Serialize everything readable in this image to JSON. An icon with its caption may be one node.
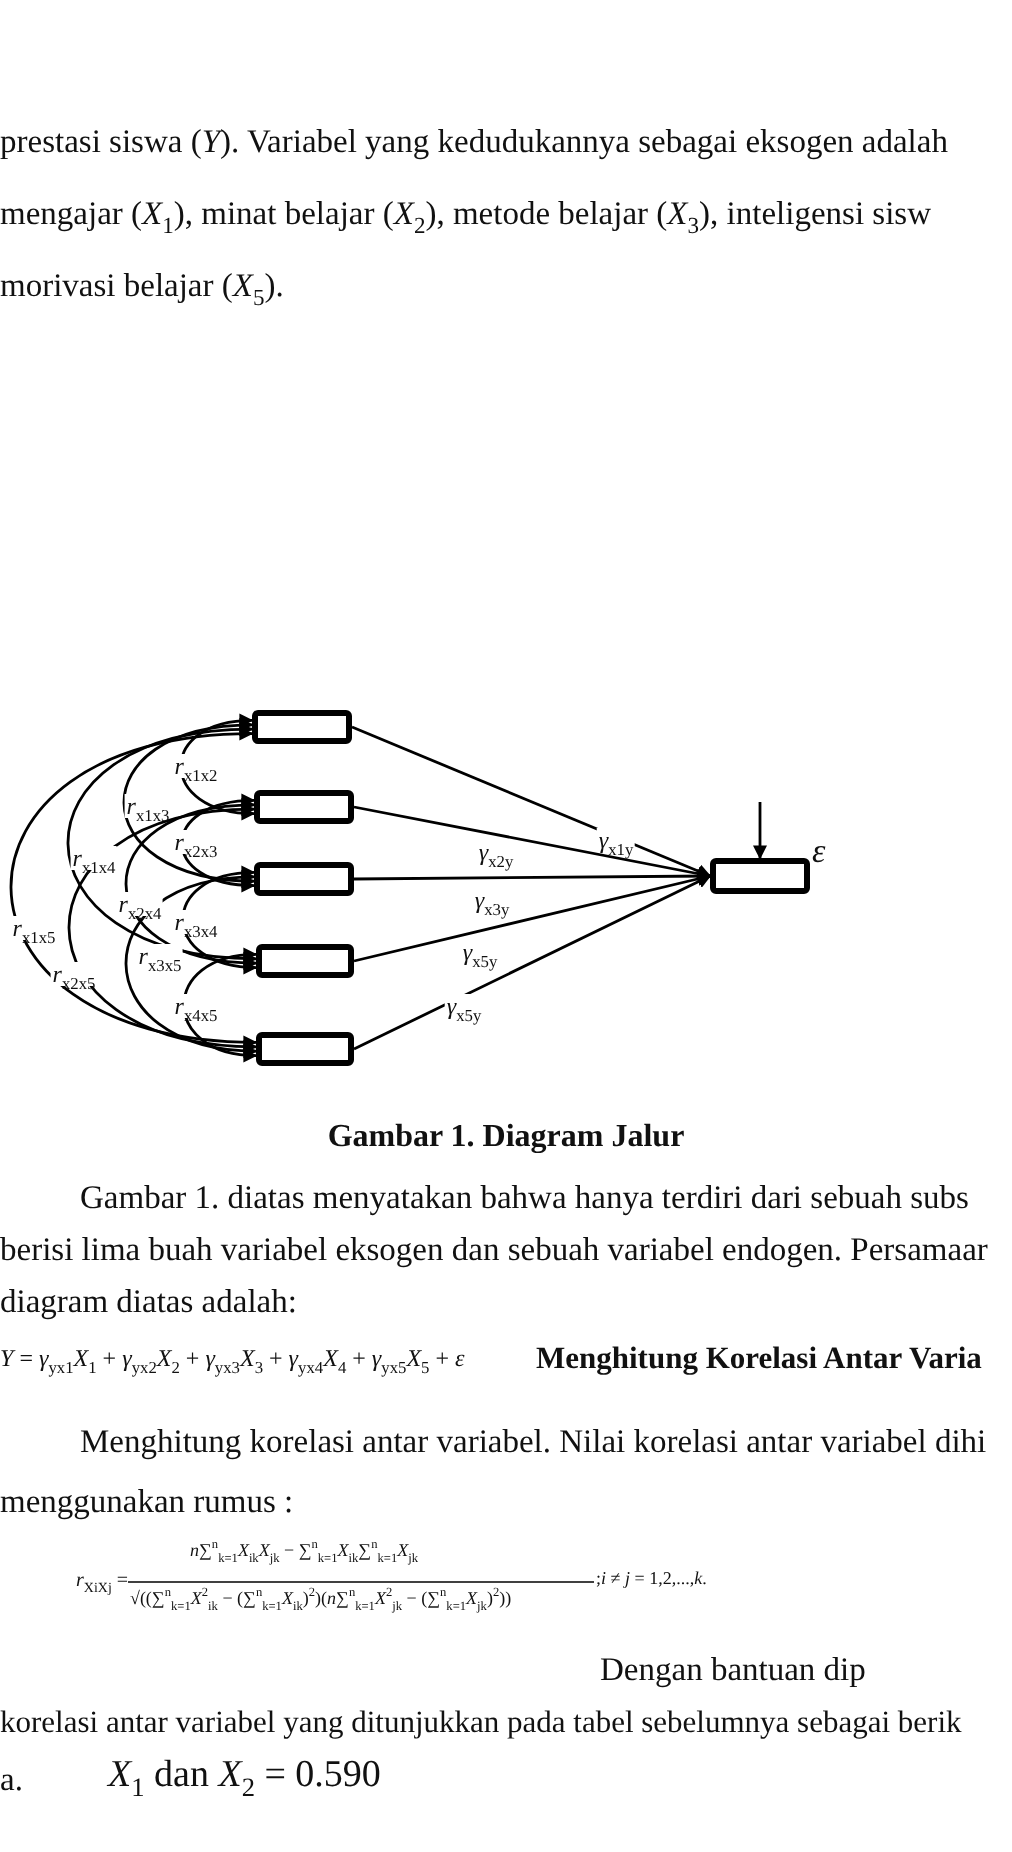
{
  "diagram": {
    "caption": "Gambar 1. Diagram Jalur",
    "nodes": [
      {
        "text": [],
        "shape": "box"
      },
      {
        "text": [],
        "shape": "box"
      },
      {
        "text": [],
        "shape": "box"
      },
      {
        "text": [],
        "shape": "box"
      },
      {
        "text": [],
        "shape": "box"
      },
      {
        "text": [],
        "shape": "box",
        "beside": [
          "*ε*"
        ]
      }
    ],
    "edges": [
      {
        "from": 0,
        "to": 5,
        "arrow": "to",
        "label": "*γ*$_{x1y}$"
      },
      {
        "from": 1,
        "to": 5,
        "arrow": "to",
        "label": "*γ*$_{x2y}$"
      },
      {
        "from": 2,
        "to": 5,
        "arrow": "to",
        "label": "*γ*$_{x3y}$"
      },
      {
        "from": 3,
        "to": 5,
        "arrow": "to",
        "label": "*γ*$_{x5y}$"
      },
      {
        "from": 4,
        "to": 5,
        "arrow": "to",
        "label": "*γ*$_{x5y}$"
      },
      {
        "from": null,
        "to": 5,
        "arrow": "to"
      },
      {
        "from": 0,
        "to": 1,
        "arrow": "both",
        "label": "*r*$_{x1x2}$"
      },
      {
        "from": 0,
        "to": 2,
        "arrow": "both",
        "label": "*r*$_{x1x3}$"
      },
      {
        "from": 0,
        "to": 3,
        "arrow": "both",
        "label": "*r*$_{x1x4}$"
      },
      {
        "from": 0,
        "to": 4,
        "arrow": "both",
        "label": "*r*$_{x1x5}$"
      },
      {
        "from": 1,
        "to": 2,
        "arrow": "both",
        "label": "*r*$_{x2x3}$"
      },
      {
        "from": 1,
        "to": 3,
        "arrow": "both",
        "label": "*r*$_{x2x4}$"
      },
      {
        "from": 1,
        "to": 4,
        "arrow": "both",
        "label": "*r*$_{x2x5}$"
      },
      {
        "from": 2,
        "to": 3,
        "arrow": "both",
        "label": "*r*$_{x3x4}$"
      },
      {
        "from": 2,
        "to": 4,
        "arrow": "both",
        "label": "*r*$_{x3x5}$"
      },
      {
        "from": 3,
        "to": 4,
        "arrow": "both",
        "label": "*r*$_{x4x5}$"
      }
    ],
    "labels": [
      "prestasi siswa (*Y*). Variabel yang kedudukannya sebagai eksogen adalah",
      "mengajar (*X*$_{1}$), minat belajar (*X*$_{2}$), metode belajar (*X*$_{3}$), inteligensi sisw",
      "morivasi belajar (*X*$_{5}$).",
      "Gambar 1. diatas menyatakan bahwa hanya terdiri dari sebuah subs",
      "berisi lima buah variabel eksogen dan sebuah variabel endogen. Persamaar",
      "diagram diatas adalah:",
      "*Y* = *γ*$_{yx1}$*X*$_{1}$ + *γ*$_{yx2}$*X*$_{2}$ + *γ*$_{yx3}$*X*$_{3}$ + *γ*$_{yx4}$*X*$_{4}$ + *γ*$_{yx5}$*X*$_{5}$ + *ε*",
      "Menghitung Korelasi Antar Varia",
      "Menghitung korelasi antar variabel. Nilai korelasi antar variabel dihi",
      "menggunakan rumus :",
      "*r*$_{XiXj}$ =",
      "*n*∑$^{n}$$_{k=1}$*X*$_{ik}$*X*$_{jk}$ − ∑$^{n}$$_{k=1}$*X*$_{ik}$∑$^{n}$$_{k=1}$*X*$_{jk}$",
      "√((∑$^{n}$$_{k=1}$*X*$^{2}$$_{ik}$ − (∑$^{n}$$_{k=1}$*X*$_{ik}$)$^{2}$)(*n*∑$^{n}$$_{k=1}$*X*$^{2}$$_{jk}$ − (∑$^{n}$$_{k=1}$*X*$_{jk}$)$^{2}$))",
      ";*i* ≠ *j* = 1,2,...,*k*.",
      "Dengan bantuan dip",
      "korelasi antar variabel yang ditunjukkan pada tabel sebelumnya sebagai berik",
      "a.",
      "*X*$_{1}$ dan *X*$_{2}$ = 0.590"
    ]
  }
}
